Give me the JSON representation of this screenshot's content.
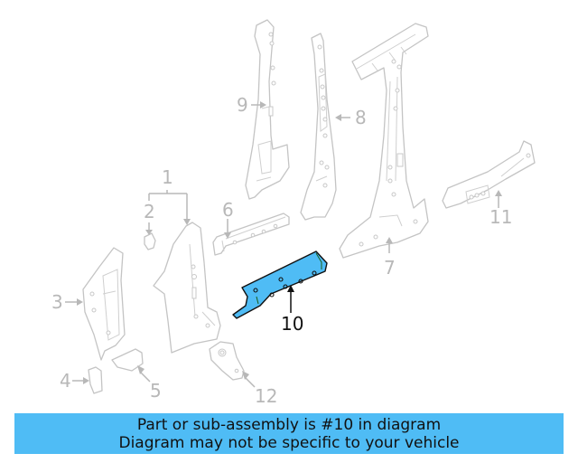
{
  "diagram": {
    "highlighted_part": "10",
    "highlight_color": "#4fbcf5",
    "callouts": [
      {
        "id": "1",
        "label": "1"
      },
      {
        "id": "2",
        "label": "2"
      },
      {
        "id": "3",
        "label": "3"
      },
      {
        "id": "4",
        "label": "4"
      },
      {
        "id": "5",
        "label": "5"
      },
      {
        "id": "6",
        "label": "6"
      },
      {
        "id": "7",
        "label": "7"
      },
      {
        "id": "8",
        "label": "8"
      },
      {
        "id": "9",
        "label": "9"
      },
      {
        "id": "10",
        "label": "10"
      },
      {
        "id": "11",
        "label": "11"
      },
      {
        "id": "12",
        "label": "12"
      }
    ]
  },
  "banner": {
    "line1": "Part or sub-assembly is #10 in diagram",
    "line2": "Diagram may not be specific to your vehicle",
    "background": "#4fbcf5"
  }
}
